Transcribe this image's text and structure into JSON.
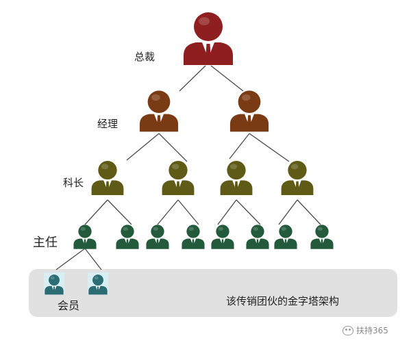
{
  "levels": {
    "zongcai": "总裁",
    "jingli": "经理",
    "kezhang": "科长",
    "zhuren": "主任",
    "huiyuan": "会员"
  },
  "caption": "该传销团伙的金字塔架构",
  "watermark": "扶持365",
  "colors": {
    "zongcai": "#8e1e20",
    "jingli": "#7a3b14",
    "kezhang": "#5f5a16",
    "zhuren": "#235a3c",
    "huiyuan": "#2b6d74",
    "line": "#4a4a4a",
    "band": "#e1e1e1"
  },
  "icons": {
    "person": "person-icon",
    "watermark": "wechat-icon"
  }
}
